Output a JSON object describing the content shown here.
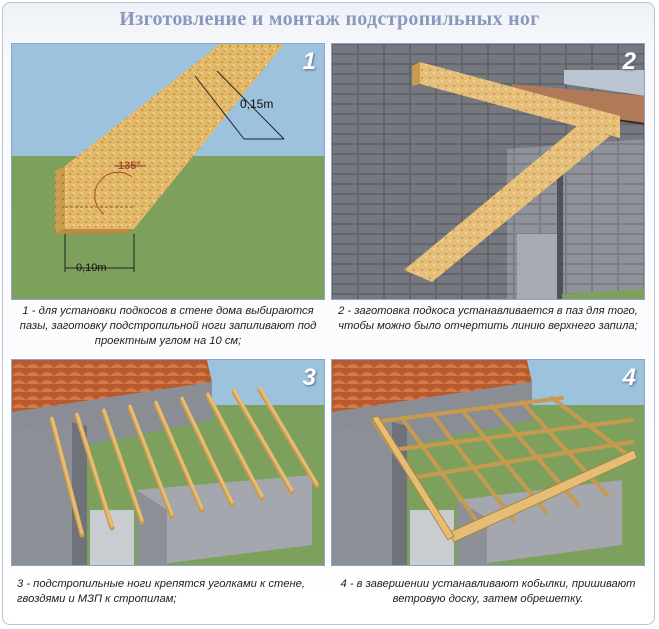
{
  "title": "Изготовление и монтаж подстропильных ног",
  "panels": [
    {
      "number": "1",
      "caption": "1 - для установки подкосов в стене дома выбираются пазы, заготовку подстропильной ноги запиливают под проектным углом на 10 см;",
      "labels": {
        "angle": "135°",
        "length_top": "0,15m",
        "length_bottom": "0,10m"
      }
    },
    {
      "number": "2",
      "caption": "2 - заготовка подкоса устанавливается в паз для того, чтобы можно было отчертить линию верхнего запила;"
    },
    {
      "number": "3",
      "caption": "3 - подстропильные ноги крепятся уголками к стене, гвоздями и МЗП к стропилам;"
    },
    {
      "number": "4",
      "caption": "4 - в завершении устанавливают кобылки, пришивают ветровую доску, затем обрешетку."
    }
  ],
  "colors": {
    "sky": "#9cc2dd",
    "grass": "#7ea05d",
    "wood": "#e3b96a",
    "brick": "#6d7076",
    "roof_tile": "#b85a2e",
    "title": "#8a98bd",
    "panel_number": "#ffffff"
  }
}
